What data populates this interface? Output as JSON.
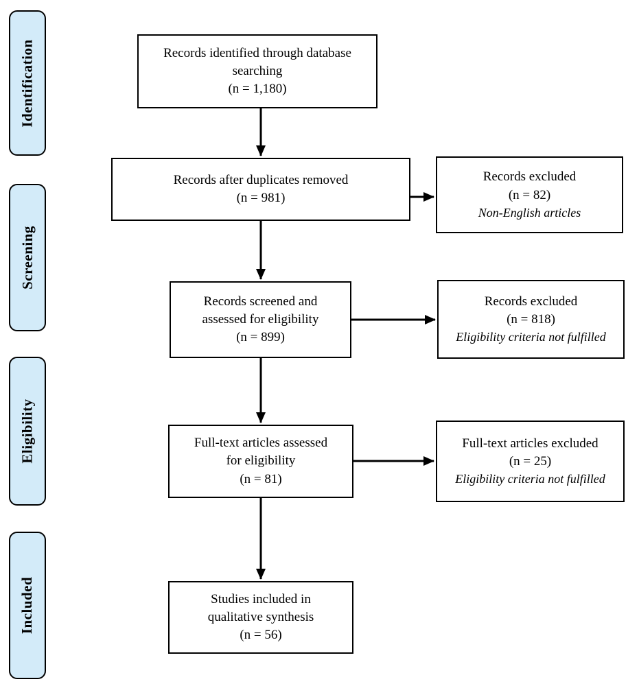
{
  "stages": [
    {
      "label": "Identification"
    },
    {
      "label": "Screening"
    },
    {
      "label": "Eligibility"
    },
    {
      "label": "Included"
    }
  ],
  "flow": [
    {
      "lines": [
        "Records identified through database",
        "searching",
        "(n = 1,180)"
      ]
    },
    {
      "lines": [
        "Records after duplicates removed",
        "(n = 981)"
      ]
    },
    {
      "lines": [
        "Records screened and",
        "assessed for eligibility",
        "(n = 899)"
      ]
    },
    {
      "lines": [
        "Full-text articles assessed",
        "for eligibility",
        "(n = 81)"
      ]
    },
    {
      "lines": [
        "Studies included in",
        "qualitative synthesis",
        "(n = 56)"
      ]
    }
  ],
  "exclusions": [
    {
      "title": "Records excluded",
      "count": "(n = 82)",
      "reason": "Non-English articles"
    },
    {
      "title": "Records excluded",
      "count": "(n = 818)",
      "reason": "Eligibility criteria not fulfilled"
    },
    {
      "title": "Full-text articles excluded",
      "count": "(n = 25)",
      "reason": "Eligibility criteria not fulfilled"
    }
  ],
  "colors": {
    "stage_fill": "#d3ebf9",
    "stage_border": "#000000",
    "box_fill": "#ffffff",
    "box_border": "#000000",
    "arrow": "#000000"
  }
}
